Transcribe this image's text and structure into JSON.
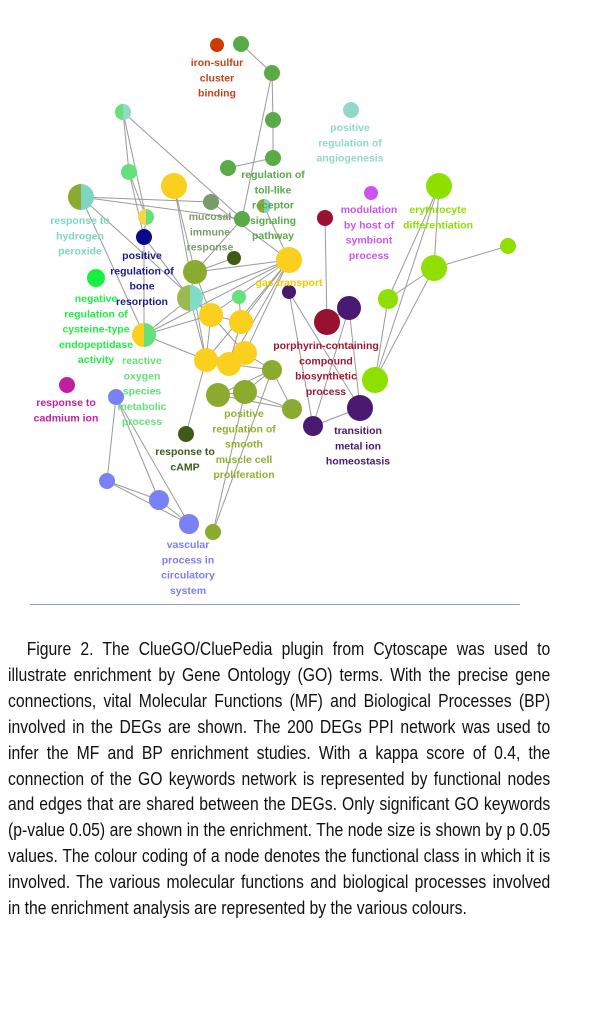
{
  "figure": {
    "labels": {
      "iron_sulfur": {
        "lines": [
          "iron-sulfur",
          "cluster",
          "binding"
        ],
        "color": "#c8401a"
      },
      "angiogenesis": {
        "lines": [
          "positive",
          "regulation of",
          "angiogenesis"
        ],
        "color": "#8fd9c6"
      },
      "toll_like": {
        "lines": [
          "regulation of",
          "toll-like",
          "receptor",
          "signaling",
          "pathway"
        ],
        "color": "#5aa84a"
      },
      "hydrogen_peroxide": {
        "lines": [
          "response to",
          "hydrogen",
          "peroxide"
        ],
        "color": "#7fd6c0"
      },
      "mucosal": {
        "lines": [
          "mucosal",
          "immune",
          "response"
        ],
        "color": "#7a9a6a"
      },
      "symbiont": {
        "lines": [
          "modulation",
          "by host of",
          "symbiont",
          "process"
        ],
        "color": "#cc55ee"
      },
      "erythrocyte": {
        "lines": [
          "erythrocyte",
          "differentiation"
        ],
        "color": "#8fe000"
      },
      "bone_resorption": {
        "lines": [
          "positive",
          "regulation of",
          "bone",
          "resorption"
        ],
        "color": "#1a1a8a"
      },
      "gas_transport": {
        "lines": [
          "gas transport"
        ],
        "color": "#f5c800"
      },
      "cysteine": {
        "lines": [
          "negative",
          "regulation of",
          "cysteine-type",
          "endopeptidase",
          "activity"
        ],
        "color": "#22ee44"
      },
      "porphyrin": {
        "lines": [
          "porphyrin-containing",
          "compound",
          "biosynthetic",
          "process"
        ],
        "color": "#a01830"
      },
      "ros": {
        "lines": [
          "reactive",
          "oxygen",
          "species",
          "metabolic",
          "process"
        ],
        "color": "#66e07a"
      },
      "cadmium": {
        "lines": [
          "response to",
          "cadmium ion"
        ],
        "color": "#c020a0"
      },
      "smooth_muscle": {
        "lines": [
          "positive",
          "regulation of",
          "smooth",
          "muscle cell",
          "proliferation"
        ],
        "color": "#90b030"
      },
      "camp": {
        "lines": [
          "response to",
          "cAMP"
        ],
        "color": "#3a5a1a"
      },
      "metal_ion": {
        "lines": [
          "transition",
          "metal ion",
          "homeostasis"
        ],
        "color": "#4a1a70"
      },
      "vascular": {
        "lines": [
          "vascular",
          "process in",
          "circulatory",
          "system"
        ],
        "color": "#7a80f0"
      }
    }
  },
  "caption": {
    "label": "Figure 2.",
    "text": " The ClueGO/CluePedia plugin from Cytoscape was used to illustrate enrichment by Gene Ontology (GO) terms. With the precise gene connections, vital Molecular Functions (MF) and Biological Processes (BP) involved in the DEGs are shown. The 200 DEGs PPI network was used to infer the MF and BP enrichment studies. With a kappa score of 0.4, the connection of the GO keywords network is represented by functional nodes and edges that are shared between the DEGs. Only significant GO keywords (p-value 0.05) are shown in the enrichment. The node size is shown by p 0.05 values. The colour coding of a node denotes the functional class in which it is involved. The various molecular functions and biological processes involved in the enrichment analysis are represented by the various colours."
  }
}
